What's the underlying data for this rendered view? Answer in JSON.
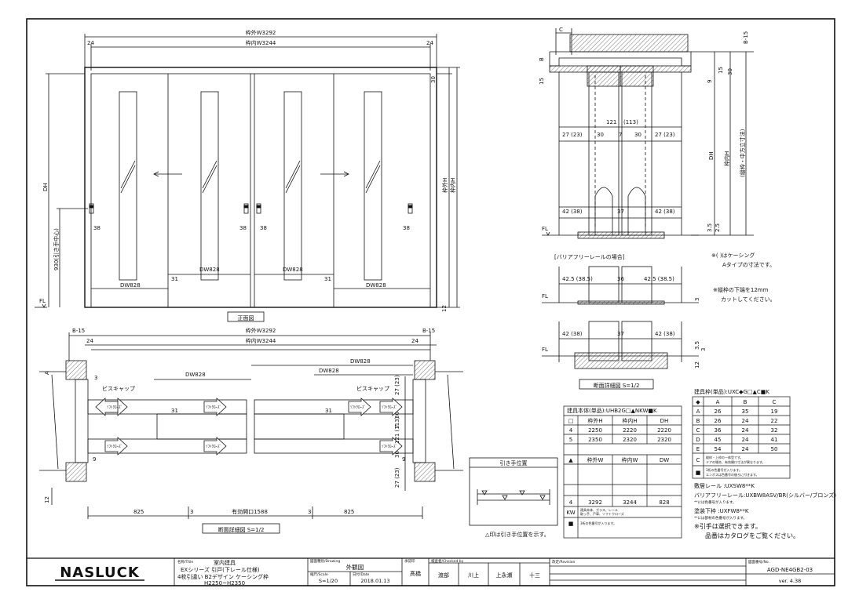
{
  "front": {
    "outer_w": "枠外W3292",
    "inner_w": "枠内W3244",
    "d24": "24",
    "d30": "30",
    "d38": "38",
    "d31": "31",
    "d12": "12",
    "dh": "DH",
    "outer_h": "枠外H",
    "inner_h": "枠内H",
    "pull_height": "930(引き手中心)",
    "fl": "FL",
    "dw": "DW828",
    "title": "正面図"
  },
  "plan": {
    "b15": "B-15",
    "outer_w": "枠外W3292",
    "inner_w": "枠内W3244",
    "d24": "24",
    "dw": "DW828",
    "screw_cap": "ビスキャップ",
    "soft_close": "ｿﾌﾄｸﾛｰｽﾞ",
    "d31": "31",
    "d3": "3",
    "d9": "9",
    "d12": "12",
    "a": "A",
    "d825": "825",
    "opening": "有効開口1588",
    "v27": "27 (23)",
    "v30": "30",
    "v7": "7",
    "v121": "121 (113)",
    "title": "断面詳細図 S=1/2"
  },
  "section": {
    "c": "C",
    "b15": "B-15",
    "b": "B",
    "d15": "15",
    "d30": "30",
    "d9": "9",
    "d15b": "15",
    "d121": "121",
    "d113": "(113)",
    "row27": "27 (23)",
    "d30b": "30",
    "d7": "7",
    "d30c": "30",
    "row27b": "27 (23)",
    "dh": "DH",
    "inner_h": "枠内H",
    "note_v": "(縦枠・中方立寸法)",
    "d42": "42 (38)",
    "d37": "37",
    "d42b": "42 (38)",
    "d35": "3.5",
    "d25": "2.5",
    "fl": "FL",
    "barrier_label": "[バリアフリーレールの場合]",
    "note1": "※( )はケーシング",
    "note1b": "Aタイプの寸法です。",
    "d425": "42.5 (38.5)",
    "d36": "36",
    "d425b": "42.5 (38.5)",
    "d3": "3",
    "note2": "※縦枠の下端を12mm",
    "note2b": "カットしてください。",
    "d42c": "42 (38)",
    "d37b": "37",
    "d42d": "42 (38)",
    "d35b": "3.5",
    "d3b": "3",
    "d12": "12",
    "title": "断面詳細図 S=1/2"
  },
  "table1": {
    "title": "建具本体(単品):UHB2G□▲NKW■K",
    "sq": "□",
    "tri": "▲",
    "h_headers": [
      "枠外H",
      "枠内H",
      "DH"
    ],
    "h_rows": [
      [
        "4",
        "2250",
        "2220",
        "2220"
      ],
      [
        "5",
        "2350",
        "2320",
        "2320"
      ]
    ],
    "w_headers": [
      "枠外W",
      "枠内W",
      "DW"
    ],
    "w_rows": [
      [
        "4",
        "3292",
        "3244",
        "828"
      ]
    ],
    "kw": "KW",
    "kw_note": "建具本体、ガラス、レール",
    "kw_note2": "取っ手、戸車、ソフトクローズ",
    "sq2": "■",
    "sq2_note": "3桁の色番号が入ります。"
  },
  "table2": {
    "title": "建具枠(単品):UXC◆G□▲C■K",
    "diamond": "◆",
    "headers": [
      "A",
      "B",
      "C"
    ],
    "rows": [
      [
        "A",
        "26",
        "35",
        "19"
      ],
      [
        "B",
        "26",
        "24",
        "22"
      ],
      [
        "C",
        "36",
        "24",
        "32"
      ],
      [
        "D",
        "45",
        "24",
        "41"
      ],
      [
        "E",
        "54",
        "24",
        "50"
      ]
    ],
    "c": "C",
    "c_note": "縦枠・上枠の一体型です。",
    "c_note2": "ドアの場合、有効開口寸法が異なります。",
    "sq": "■",
    "sq_note": "3桁の色番号が入ります。",
    "sq_note2": "エンボスは色番号の後ろに付きます。"
  },
  "notes": {
    "rail": "敷居レール :UXSW8**K",
    "barrier": "バリアフリーレール:UXBW8ASV/BR(シルバー/ブロンズ)",
    "barrier_sub": "**には色番号が入ります。",
    "base": "塗装下枠 :UXFW8**K",
    "base_sub": "**には部材の色番号が入ります。",
    "pull": "※引手は選択できます。",
    "catalog": "品番はカタログをご覧ください。"
  },
  "handle_box": {
    "title": "引き手位置",
    "caption": "△印は引き手位置を示す。"
  },
  "titleblock": {
    "logo": "NASLUCK",
    "name_label": "名称/Title",
    "name1": "室内建具",
    "name2": "EXシリーズ 引戸(下レール仕様)",
    "name3": "4枚引違い B2デザイン ケーシング枠",
    "name4": "H2250~H2350",
    "drawing_label": "図面種別/Drawing",
    "drawing": "外観図",
    "scale_label": "縮尺/Scale",
    "scale": "S=1/20",
    "date_label": "日付/Date",
    "date": "2018.01.13",
    "client_label": "承認印",
    "client": "髙橋",
    "check_label": "検査者/Checked by",
    "checkers": [
      "渡部",
      "川上",
      "上永瀬",
      "十三"
    ],
    "revise_label": "改定/Revision",
    "no_label": "図面番号/No.",
    "number": "AGD-NE4GB2-03",
    "version": "ver. 4.38"
  }
}
